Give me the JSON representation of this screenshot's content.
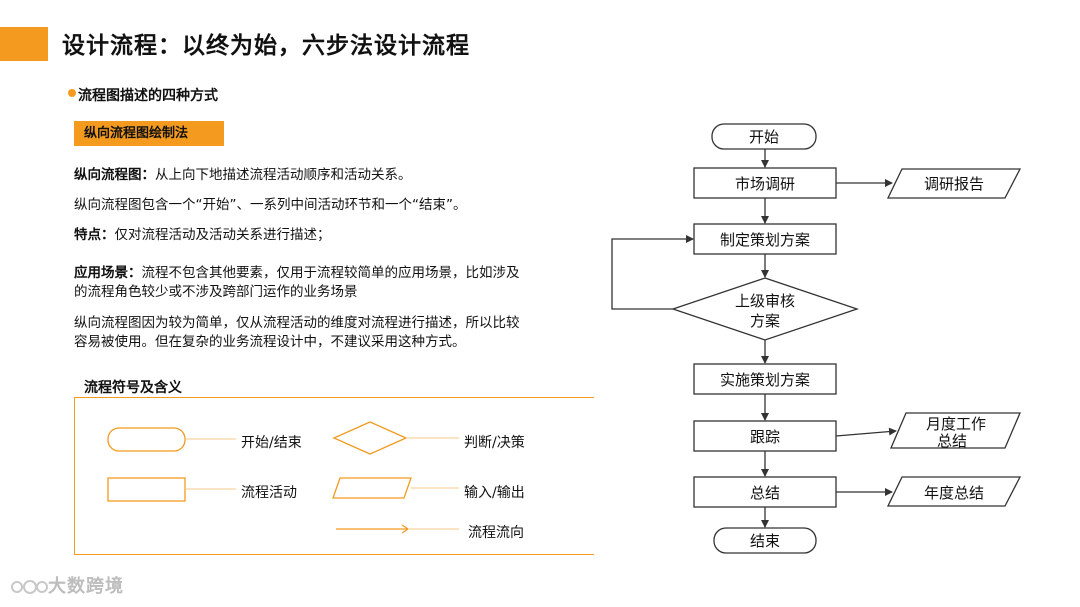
{
  "header": {
    "title": "设计流程：以终为始，六步法设计流程",
    "subtitle": "流程图描述的四种方式"
  },
  "section": {
    "tag": "纵向流程图绘制法",
    "paragraphs": [
      {
        "bold": "纵向流程图：",
        "text": "从上向下地描述流程活动顺序和活动关系。"
      },
      {
        "bold": "",
        "text": "纵向流程图包含一个“开始”、一系列中间活动环节和一个“结束”。"
      },
      {
        "bold": "特点：",
        "text": "仅对流程活动及活动关系进行描述；"
      },
      {
        "bold": "应用场景：",
        "text": "流程不包含其他要素，仅用于流程较简单的应用场景，比如涉及",
        "text2": "的流程角色较少或不涉及跨部门运作的业务场景"
      },
      {
        "bold": "",
        "text": "纵向流程图因为较为简单，仅从流程活动的维度对流程进行描述，所以比较",
        "text2": "容易被使用。但在复杂的业务流程设计中，不建议采用这种方式。"
      }
    ]
  },
  "legend": {
    "title": "流程符号及含义",
    "items": {
      "start_end": "开始/结束",
      "decision": "判断/决策",
      "activity": "流程活动",
      "io": "输入/输出",
      "direction": "流程流向"
    }
  },
  "flowchart": {
    "start": "开始",
    "market_research": "市场调研",
    "research_report": "调研报告",
    "make_plan": "制定策划方案",
    "review_line1": "上级审核",
    "review_line2": "方案",
    "implement": "实施策划方案",
    "track": "跟踪",
    "monthly_line1": "月度工作",
    "monthly_line2": "总结",
    "summary": "总结",
    "annual": "年度总结",
    "end": "结束"
  },
  "watermark": "大数跨境",
  "colors": {
    "accent": "#f39a1f",
    "line": "#333333"
  }
}
